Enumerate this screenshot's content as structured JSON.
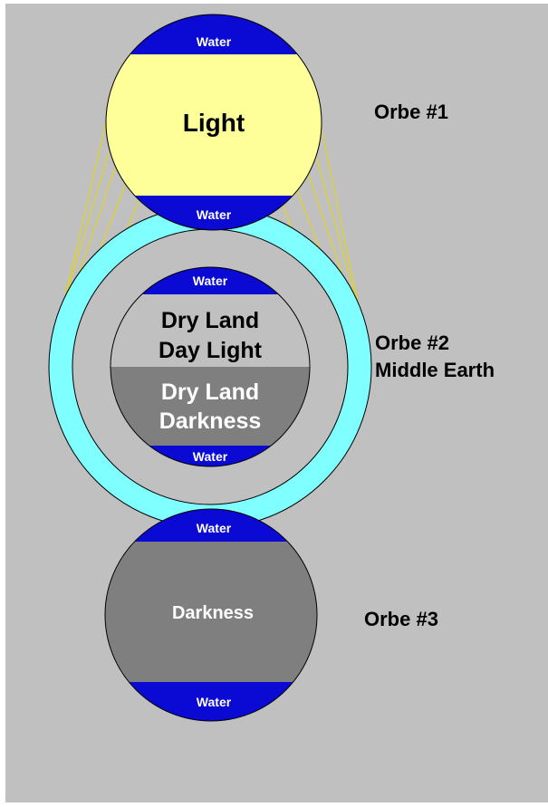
{
  "colors": {
    "background": "#c0c0c0",
    "water": "#0a0ad4",
    "light": "#ffff99",
    "light_rays": "#e6d800",
    "outer_ring": "#7fffff",
    "inner_ring": "#c0c0c0",
    "darkness": "#7f7f7f",
    "outline": "#000000"
  },
  "orbe1": {
    "top_water": "Water",
    "center": "Light",
    "bottom_water": "Water",
    "label": "Orbe #1"
  },
  "orbe2": {
    "top_water": "Water",
    "day_line1": "Dry Land",
    "day_line2": "Day Light",
    "dark_line1": "Dry Land",
    "dark_line2": "Darkness",
    "bottom_water": "Water",
    "label_line1": "Orbe #2",
    "label_line2": "Middle Earth"
  },
  "orbe3": {
    "top_water": "Water",
    "center": "Darkness",
    "bottom_water": "Water",
    "label": "Orbe #3"
  }
}
